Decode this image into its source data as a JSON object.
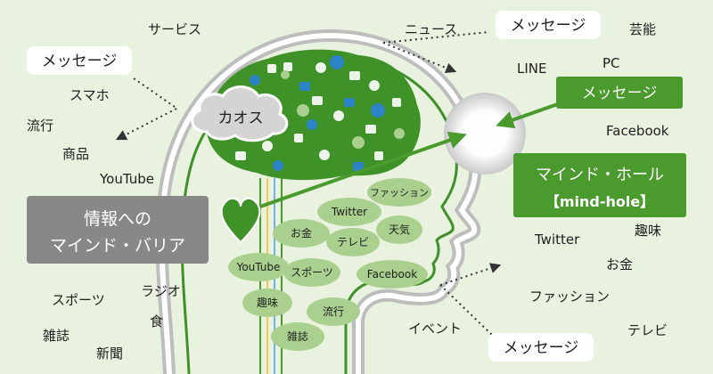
{
  "labels": {
    "chaos": "カオス",
    "message_tl": "メッセージ",
    "message_tr": "メッセージ",
    "message_right": "メッセージ",
    "message_br": "メッセージ",
    "barrier_line1": "情報への",
    "barrier_line2": "マインド・バリア",
    "hole_line1": "マインド・ホール",
    "hole_line2": "【mind-hole】"
  },
  "left_words": [
    "サービス",
    "スマホ",
    "流行",
    "商品",
    "YouTube",
    "スポーツ",
    "ラジオ",
    "雑誌",
    "食",
    "新聞"
  ],
  "right_words": [
    "ニュース",
    "芸能",
    "LINE",
    "PC",
    "Facebook",
    "Twitter",
    "趣味",
    "お金",
    "ファッション",
    "テレビ",
    "イベント"
  ],
  "bubbles": [
    "Twitter",
    "ファッション",
    "お金",
    "テレビ",
    "天気",
    "YouTube",
    "スポーツ",
    "Facebook",
    "趣味",
    "流行",
    "雑誌"
  ],
  "colors": {
    "background": "#e9f2df",
    "accent_green": "#4a9a2e",
    "bubble_green": "#a9d08e",
    "barrier_gray": "#888888",
    "icon_blue": "#2c84c6"
  }
}
